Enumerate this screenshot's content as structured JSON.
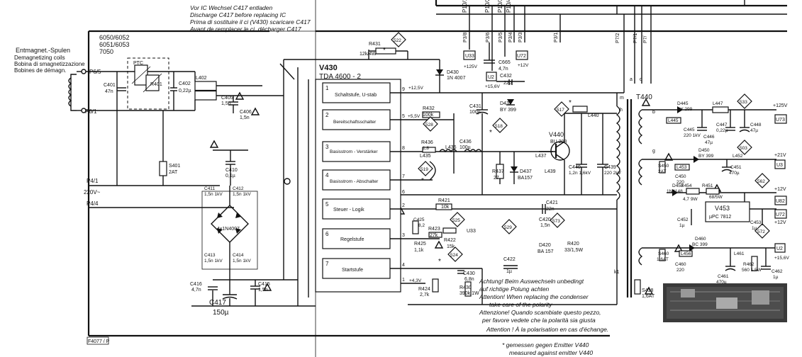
{
  "device_models": [
    "6050/6052",
    "6051/6053",
    "7050"
  ],
  "warning_note": [
    "Vor  IC Wechsel C417 entladen",
    "Discharge C417 before replacing IC",
    "Prima di sostituire il ci (V430) scaricare C417",
    "Avant de remplacer le ci, décharger C417"
  ],
  "degauss_label": [
    "Entmagnet.-Spulen",
    "Demagnetizing coils",
    "Bobina di smagnetizzazione",
    "Bobines de démagn."
  ],
  "ic": {
    "ref": "V430",
    "part": "TDA 4600 - 2"
  },
  "ic_blocks": [
    {
      "num": "1",
      "label": "Schaltstufe, U-stab"
    },
    {
      "num": "2",
      "label": "Bereitschaftsschalter"
    },
    {
      "num": "3",
      "label": "Basisstrom - Verstärker"
    },
    {
      "num": "4",
      "label": "Basisstrom - Abschalter"
    },
    {
      "num": "5",
      "label": "Steuer - Logik"
    },
    {
      "num": "6",
      "label": "Regelstufe"
    },
    {
      "num": "7",
      "label": "Startstufe"
    }
  ],
  "ic_pins": [
    "9",
    "5",
    "8",
    "7",
    "6",
    "2",
    "3",
    "4",
    "1"
  ],
  "connectors": {
    "p65": "P6/5",
    "p61": "P6/1",
    "p41": "P4/1",
    "p44": "P4/4",
    "mains": "220V~",
    "top": [
      "P10/1",
      "P10/2",
      "P10/3",
      "P10/4"
    ],
    "p3": [
      "P3/8",
      "P3/6",
      "P3/5",
      "P3/4",
      "P3/3",
      "P3/1"
    ],
    "p7": [
      "P7/2",
      "P7/1",
      "P7/"
    ]
  },
  "components": [
    {
      "ref": "PTC",
      "val": ""
    },
    {
      "ref": "R401",
      "val": ""
    },
    {
      "ref": "C401",
      "val": "47n"
    },
    {
      "ref": "C402",
      "val": "0,22µ"
    },
    {
      "ref": "L402",
      "val": ""
    },
    {
      "ref": "C405",
      "val": "1,5n"
    },
    {
      "ref": "C406",
      "val": "1,5n"
    },
    {
      "ref": "S401",
      "val": "2AT"
    },
    {
      "ref": "C410",
      "val": "0,1µ"
    },
    {
      "ref": "C411",
      "val": "1,5n 1kV"
    },
    {
      "ref": "C412",
      "val": "1,5n 1kV"
    },
    {
      "ref": "C413",
      "val": "1,5n 1kV"
    },
    {
      "ref": "C414",
      "val": "1,5n 1kV"
    },
    {
      "ref": "4x1N4007",
      "val": ""
    },
    {
      "ref": "C416",
      "val": "4,7n"
    },
    {
      "ref": "C415",
      "val": "1,5n"
    },
    {
      "ref": "C417",
      "val": "150µ"
    },
    {
      "ref": "R431",
      "val": "12k/4W"
    },
    {
      "ref": "D430",
      "val": "1N 4007"
    },
    {
      "ref": "R432",
      "val": "100k"
    },
    {
      "ref": "C431",
      "val": "100µ"
    },
    {
      "ref": "C432",
      "val": "220"
    },
    {
      "ref": "D432",
      "val": "BY 399"
    },
    {
      "ref": "C665",
      "val": "4,7n"
    },
    {
      "ref": "R436",
      "val": "1,8"
    },
    {
      "ref": "L435",
      "val": ""
    },
    {
      "ref": "L436",
      "val": ""
    },
    {
      "ref": "C436",
      "val": "100µ"
    },
    {
      "ref": "R437",
      "val": "27"
    },
    {
      "ref": "D437",
      "val": "BA157"
    },
    {
      "ref": "L437",
      "val": ""
    },
    {
      "ref": "L439",
      "val": ""
    },
    {
      "ref": "V440",
      "val": "BU 208"
    },
    {
      "ref": "C440",
      "val": "1,2n 1,6kV"
    },
    {
      "ref": "C439",
      "val": "220 2kV"
    },
    {
      "ref": "L440",
      "val": ""
    },
    {
      "ref": "R421",
      "val": "10k"
    },
    {
      "ref": "C421",
      "val": "22n"
    },
    {
      "ref": "C425",
      "val": "8,2"
    },
    {
      "ref": "R423",
      "val": "27k"
    },
    {
      "ref": "R422",
      "val": "15k"
    },
    {
      "ref": "U33",
      "val": ""
    },
    {
      "ref": "R425",
      "val": "1,1k"
    },
    {
      "ref": "C420",
      "val": "1,5n"
    },
    {
      "ref": "D420",
      "val": "BA 157"
    },
    {
      "ref": "R420",
      "val": "33/1,5W"
    },
    {
      "ref": "C422",
      "val": "1µ"
    },
    {
      "ref": "C430",
      "val": "6,8n"
    },
    {
      "ref": "R424",
      "val": "2,7k"
    },
    {
      "ref": "R430",
      "val": "390k 1W"
    },
    {
      "ref": "T440",
      "val": ""
    },
    {
      "ref": "D445",
      "val": "BY 299"
    },
    {
      "ref": "L445",
      "val": ""
    },
    {
      "ref": "C445",
      "val": "220 1kV"
    },
    {
      "ref": "C446",
      "val": "47µ"
    },
    {
      "ref": "L447",
      "val": ""
    },
    {
      "ref": "C447",
      "val": "0,22µ"
    },
    {
      "ref": "C448",
      "val": "47µ"
    },
    {
      "ref": "D450",
      "val": "BY 399"
    },
    {
      "ref": "S450",
      "val": "2AT"
    },
    {
      "ref": "L453",
      "val": ""
    },
    {
      "ref": "C450",
      "val": "220"
    },
    {
      "ref": "C451",
      "val": "470µ"
    },
    {
      "ref": "L452",
      "val": ""
    },
    {
      "ref": "D453",
      "val": "1N4148"
    },
    {
      "ref": "R454",
      "val": "4,7 9W"
    },
    {
      "ref": "R451",
      "val": "68/5W"
    },
    {
      "ref": "V453",
      "val": "µPC 7812"
    },
    {
      "ref": "C452",
      "val": "1µ"
    },
    {
      "ref": "C453",
      "val": "1µ"
    },
    {
      "ref": "D460",
      "val": "BC 399"
    },
    {
      "ref": "S460",
      "val": "1,6AT"
    },
    {
      "ref": "L456",
      "val": ""
    },
    {
      "ref": "C460",
      "val": "220"
    },
    {
      "ref": "C461",
      "val": "470µ"
    },
    {
      "ref": "L461",
      "val": ""
    },
    {
      "ref": "R462",
      "val": "560 1,5W"
    },
    {
      "ref": "C462",
      "val": "1µ"
    },
    {
      "ref": "S418",
      "val": "1,6AT"
    }
  ],
  "test_points": [
    "522",
    "528",
    "518",
    "517",
    "519",
    "525",
    "529",
    "573",
    "524",
    "533",
    "503",
    "562",
    "572"
  ],
  "rails": {
    "p125": "+125V",
    "p15": "+15,6V",
    "p12": "+12V",
    "p21": "+21V",
    "m125": "+12,5V",
    "n55": "+5,5V",
    "n43": "+4,3V",
    "m": "m",
    "h": "h",
    "b": "b",
    "g": "g",
    "k1": "k1",
    "a": "a",
    "d": "d"
  },
  "modules": [
    "U33",
    "U2",
    "U72",
    "U73",
    "U3",
    "U82",
    "U72",
    "U2"
  ],
  "notes": {
    "achtung": [
      "Achtung! Beim Auswechseln unbedingt",
      "auf richtige Polung achten",
      "Attention! When replacing the condenser",
      "take care of the polarity",
      "Attenzione! Quando scambiate questo pezzo,",
      "per favore vedete che la polarità sia giusta",
      "Attention ! À la polarisation en cas d'échange."
    ],
    "emitter": [
      "* gemessen gegen Emitter V440",
      "measured against emitter V440"
    ],
    "code": "F4077 / P"
  }
}
